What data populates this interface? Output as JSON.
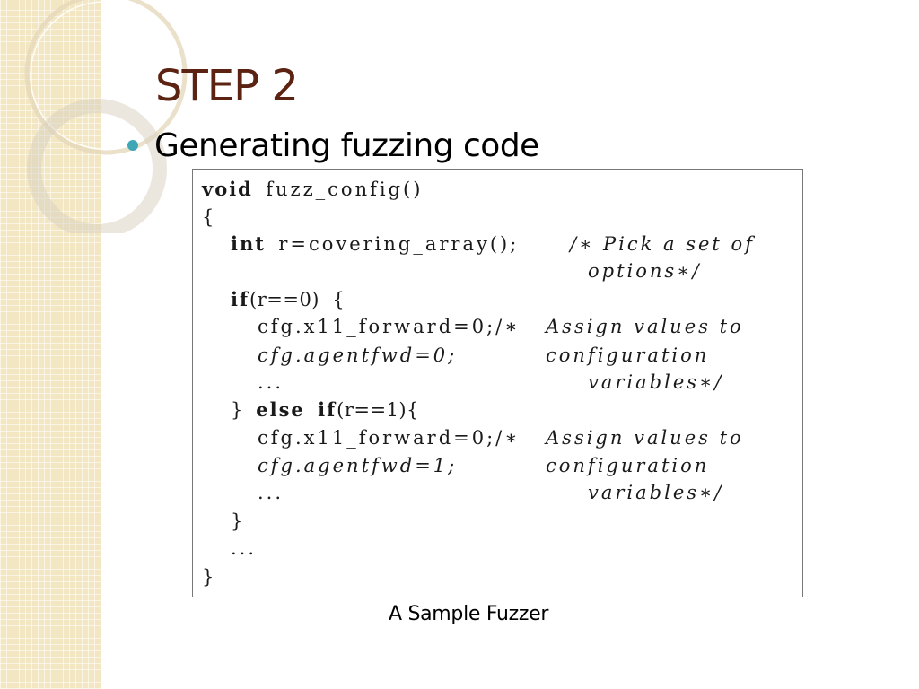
{
  "slide": {
    "title": "STEP 2",
    "bullet": "Generating fuzzing code",
    "caption": "A Sample Fuzzer"
  },
  "code": {
    "l1_kw": "void",
    "l1_rest": "fuzz_config()",
    "l2": "{",
    "l3_kw": "int",
    "l3_rest": "r=covering_array();",
    "l3_comment": "/∗ Pick a set of",
    "l4_comment": "options∗/",
    "l5_kw": "if",
    "l5_rest": "(r==0)  {",
    "l6_code": "cfg.x11_forward=0;/∗",
    "l6_comment": "Assign values to",
    "l7_code": "cfg.agentfwd=0;",
    "l7_comment": "configuration",
    "l8_code": "...",
    "l8_comment": "variables∗/",
    "l9_brace": "}",
    "l9_kw1": "else",
    "l9_kw2": "if",
    "l9_rest": "(r==1){",
    "l10_code": "cfg.x11_forward=0;/∗",
    "l10_comment": "Assign values to",
    "l11_code": "cfg.agentfwd=1;",
    "l11_comment": "configuration",
    "l12_code": "...",
    "l12_comment": "variables∗/",
    "l13": "}",
    "l14": "...",
    "l15": "}"
  },
  "colors": {
    "title": "#5c2313",
    "bullet": "#3fa6b6",
    "sidebar": "#f3e6c3"
  }
}
